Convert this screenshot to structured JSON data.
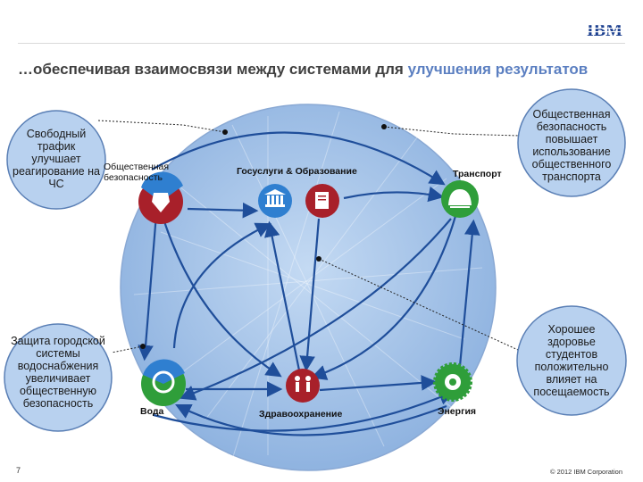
{
  "header": {
    "logo_text": "IBM",
    "title_part1": "…обеспечивая взаимосвязи между системами для ",
    "title_part2": "улучшения результатов"
  },
  "nodes": {
    "public_safety": "Общественная безопасность",
    "gov_education": "Госуслуги & Образование",
    "transport": "Транспорт",
    "water": "Вода",
    "healthcare": "Здравоохранение",
    "energy": "Энергия"
  },
  "callouts": {
    "traffic": "Свободный трафик улучшает реагирование на ЧС",
    "public_transport": "Общественная безопасность повышает использование общественного транспорта",
    "water_protection": "Защита городской системы водоснабжения увеличивает общественную безопасность",
    "student_health": "Хорошее здоровье студентов положительно влияет на посещаемость"
  },
  "footer": {
    "page_number": "7",
    "copyright": "© 2012 IBM Corporation"
  },
  "colors": {
    "accent_blue": "#5b7fc1",
    "circle_fill": "#9fc0e6",
    "arrow": "#1f4e9a",
    "red_node": "#a8202a",
    "blue_node": "#2f7fd0",
    "green_node": "#2f9e3a",
    "bubble_fill": "#b8d1ef"
  }
}
